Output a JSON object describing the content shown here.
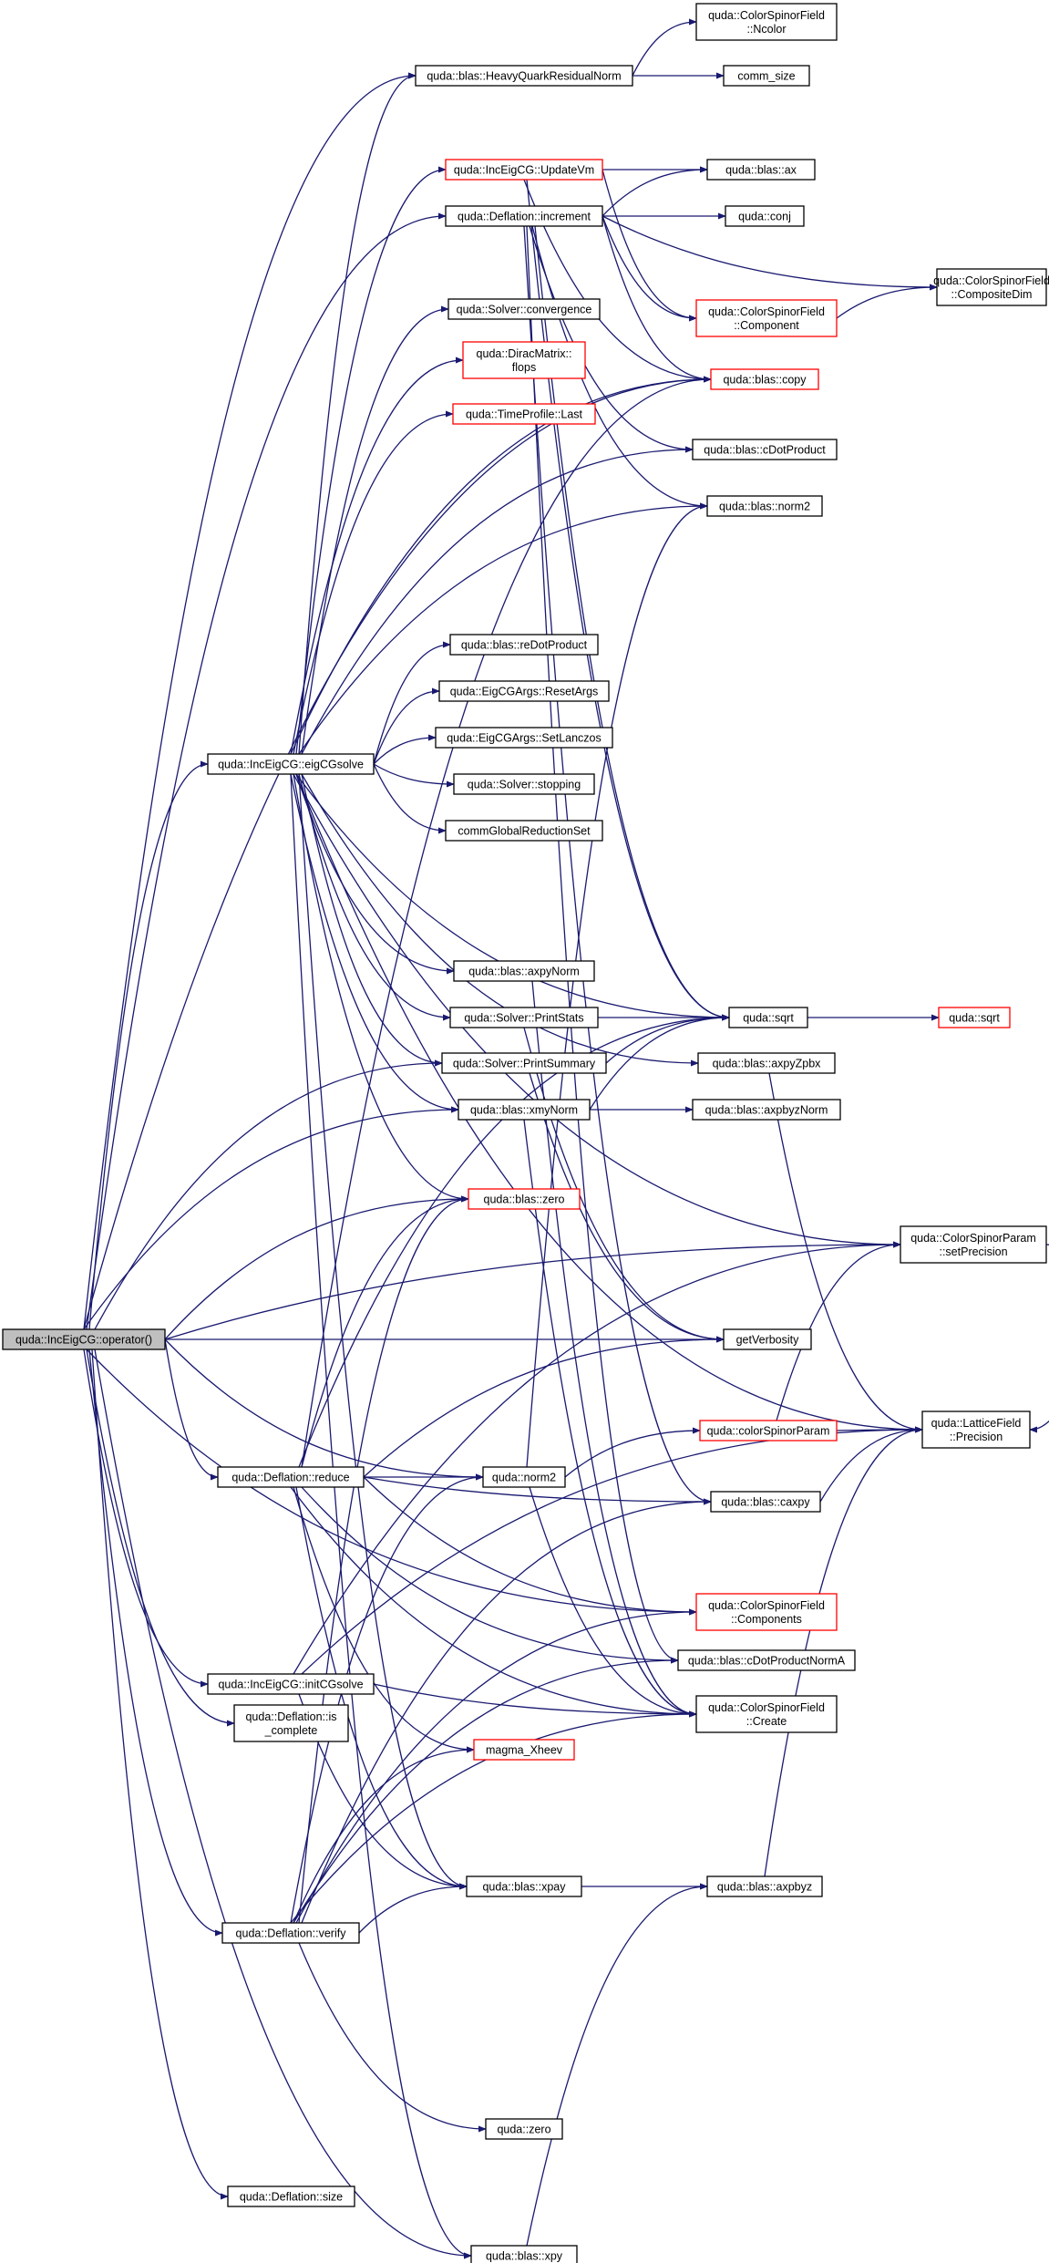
{
  "colors": {
    "edge": "#191970",
    "node_border": "#000000",
    "node_border_truncated": "#ff0000",
    "root_fill": "#bfbfbf",
    "node_fill": "#ffffff"
  },
  "nodes": {
    "root": {
      "lines": [
        "quda::IncEigCG::operator()"
      ]
    },
    "eigCGsolve": {
      "lines": [
        "quda::IncEigCG::eigCGsolve"
      ]
    },
    "reduce": {
      "lines": [
        "quda::Deflation::reduce"
      ]
    },
    "initCGsolve": {
      "lines": [
        "quda::IncEigCG::initCGsolve"
      ]
    },
    "is_complete": {
      "lines": [
        "quda::Deflation::is",
        "_complete"
      ]
    },
    "verify": {
      "lines": [
        "quda::Deflation::verify"
      ]
    },
    "dsize": {
      "lines": [
        "quda::Deflation::size"
      ]
    },
    "hqrn": {
      "lines": [
        "quda::blas::HeavyQuarkResidualNorm"
      ]
    },
    "updateVm": {
      "lines": [
        "quda::IncEigCG::UpdateVm"
      ]
    },
    "increment": {
      "lines": [
        "quda::Deflation::increment"
      ]
    },
    "convergence": {
      "lines": [
        "quda::Solver::convergence"
      ]
    },
    "flops": {
      "lines": [
        "quda::DiracMatrix::",
        "flops"
      ]
    },
    "last": {
      "lines": [
        "quda::TimeProfile::Last"
      ]
    },
    "reDot": {
      "lines": [
        "quda::blas::reDotProduct"
      ]
    },
    "resetArgs": {
      "lines": [
        "quda::EigCGArgs::ResetArgs"
      ]
    },
    "setLanczos": {
      "lines": [
        "quda::EigCGArgs::SetLanczos"
      ]
    },
    "stopping": {
      "lines": [
        "quda::Solver::stopping"
      ]
    },
    "crs": {
      "lines": [
        "commGlobalReductionSet"
      ]
    },
    "axpyNorm": {
      "lines": [
        "quda::blas::axpyNorm"
      ]
    },
    "printStats": {
      "lines": [
        "quda::Solver::PrintStats"
      ]
    },
    "printSummary": {
      "lines": [
        "quda::Solver::PrintSummary"
      ]
    },
    "xmyNorm": {
      "lines": [
        "quda::blas::xmyNorm"
      ]
    },
    "bzero": {
      "lines": [
        "quda::blas::zero"
      ]
    },
    "norm2b": {
      "lines": [
        "quda::norm2"
      ]
    },
    "magma": {
      "lines": [
        "magma_Xheev"
      ]
    },
    "xpay": {
      "lines": [
        "quda::blas::xpay"
      ]
    },
    "qzero": {
      "lines": [
        "quda::zero"
      ]
    },
    "xpy": {
      "lines": [
        "quda::blas::xpy"
      ]
    },
    "ncolor": {
      "lines": [
        "quda::ColorSpinorField",
        "::Ncolor"
      ]
    },
    "commsize": {
      "lines": [
        "comm_size"
      ]
    },
    "ax": {
      "lines": [
        "quda::blas::ax"
      ]
    },
    "conj": {
      "lines": [
        "quda::conj"
      ]
    },
    "component": {
      "lines": [
        "quda::ColorSpinorField",
        "::Component"
      ]
    },
    "copy": {
      "lines": [
        "quda::blas::copy"
      ]
    },
    "cdot": {
      "lines": [
        "quda::blas::cDotProduct"
      ]
    },
    "bnorm2": {
      "lines": [
        "quda::blas::norm2"
      ]
    },
    "sqrt1": {
      "lines": [
        "quda::sqrt"
      ]
    },
    "axpyZpbx": {
      "lines": [
        "quda::blas::axpyZpbx"
      ]
    },
    "axpbyzNorm": {
      "lines": [
        "quda::blas::axpbyzNorm"
      ]
    },
    "getVerb": {
      "lines": [
        "getVerbosity"
      ]
    },
    "csParam": {
      "lines": [
        "quda::colorSpinorParam"
      ]
    },
    "caxpy": {
      "lines": [
        "quda::blas::caxpy"
      ]
    },
    "components": {
      "lines": [
        "quda::ColorSpinorField",
        "::Components"
      ]
    },
    "cdotNormA": {
      "lines": [
        "quda::blas::cDotProductNormA"
      ]
    },
    "create": {
      "lines": [
        "quda::ColorSpinorField",
        "::Create"
      ]
    },
    "axpbyz": {
      "lines": [
        "quda::blas::axpbyz"
      ]
    },
    "compDim": {
      "lines": [
        "quda::ColorSpinorField",
        "::CompositeDim"
      ]
    },
    "sqrt2": {
      "lines": [
        "quda::sqrt"
      ]
    },
    "setPrec": {
      "lines": [
        "quda::ColorSpinorParam",
        "::setPrecision"
      ]
    },
    "lfPrec": {
      "lines": [
        "quda::LatticeField",
        "::Precision"
      ]
    }
  }
}
